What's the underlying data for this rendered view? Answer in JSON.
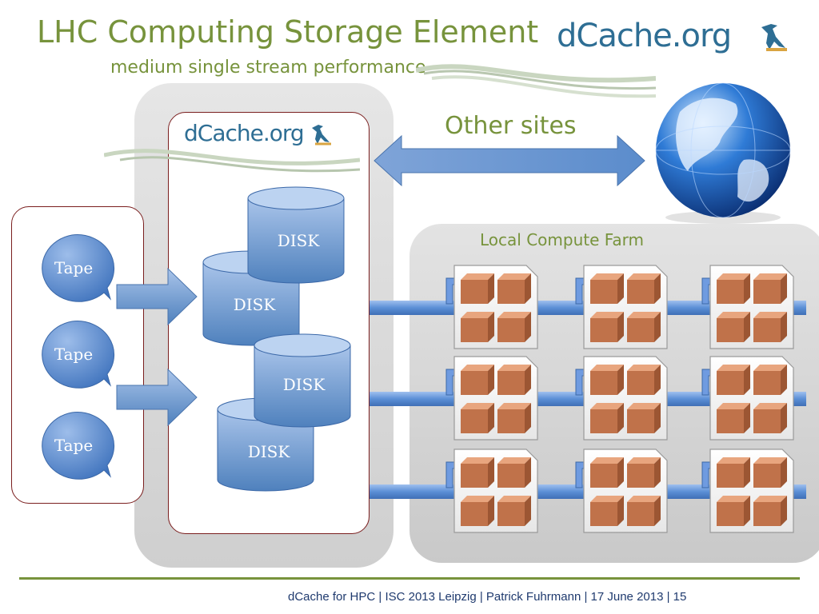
{
  "slide": {
    "title": "LHC Computing Storage Element",
    "subtitle": "medium single stream performance",
    "logo_text": "dCache.org",
    "inner_logo_text": "dCache.org",
    "other_sites_label": "Other sites",
    "local_farm_label": "Local Compute Farm",
    "footer": "dCache for HPC | ISC 2013 Leipzig | Patrick Fuhrmann | 17 June 2013 | 15"
  },
  "tapes": [
    {
      "label": "Tape"
    },
    {
      "label": "Tape"
    },
    {
      "label": "Tape"
    }
  ],
  "disks": [
    {
      "label": "DISK"
    },
    {
      "label": "DISK"
    },
    {
      "label": "DISK"
    },
    {
      "label": "DISK"
    }
  ],
  "colors": {
    "accent_green": "#77933c",
    "logo_blue": "#2e6e94",
    "shape_blue": "#4f81bd",
    "cube_orange": "#c0724a",
    "border_red": "#7a1e1e"
  },
  "icons": {
    "logo": "bird-logo-icon",
    "globe": "globe-icon"
  },
  "compute_farm": {
    "rows": 3,
    "nodes_per_row": 3,
    "cubes_per_node": 4
  }
}
